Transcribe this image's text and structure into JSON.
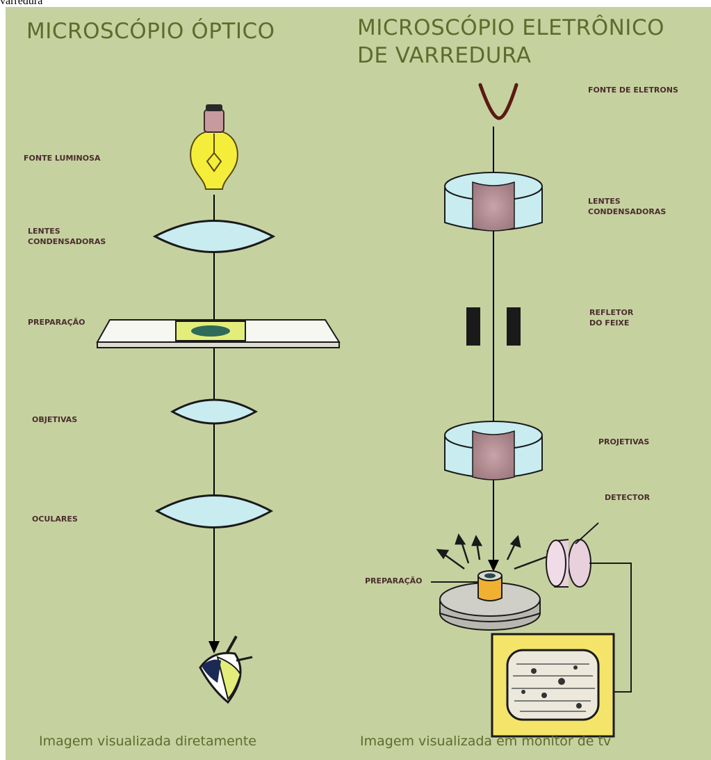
{
  "caption": "varredura",
  "optical": {
    "title": "MICROSCÓPIO ÓPTICO",
    "labels": {
      "light_source": "FONTE LUMINOSA",
      "condenser": "LENTES\nCONDENSADORAS",
      "specimen": "PREPARAÇÃO",
      "objectives": "OBJETIVAS",
      "oculars": "OCULARES"
    },
    "footer": "Imagem visualizada diretamente"
  },
  "electron": {
    "title_line1": "MICROSCÓPIO ELETRÔNICO",
    "title_line2": "DE VARREDURA",
    "labels": {
      "electron_source": "FONTE DE ELETRONS",
      "condenser": "LENTES\nCONDENSADORAS",
      "deflector": "REFLETOR\nDO FEIXE",
      "projective": "PROJETIVAS",
      "detector": "DETECTOR",
      "specimen": "PREPARAÇÃO"
    },
    "footer": "Imagem visualizada em monitor de tv"
  },
  "colors": {
    "background": "#c6d1a0",
    "title": "#5f6b2c",
    "label": "#4a2d2d",
    "lens": "#c8ecf0",
    "magnet_core": "#b08a90",
    "bulb": "#f4ee3a",
    "monitor_frame": "#f4e46a"
  }
}
